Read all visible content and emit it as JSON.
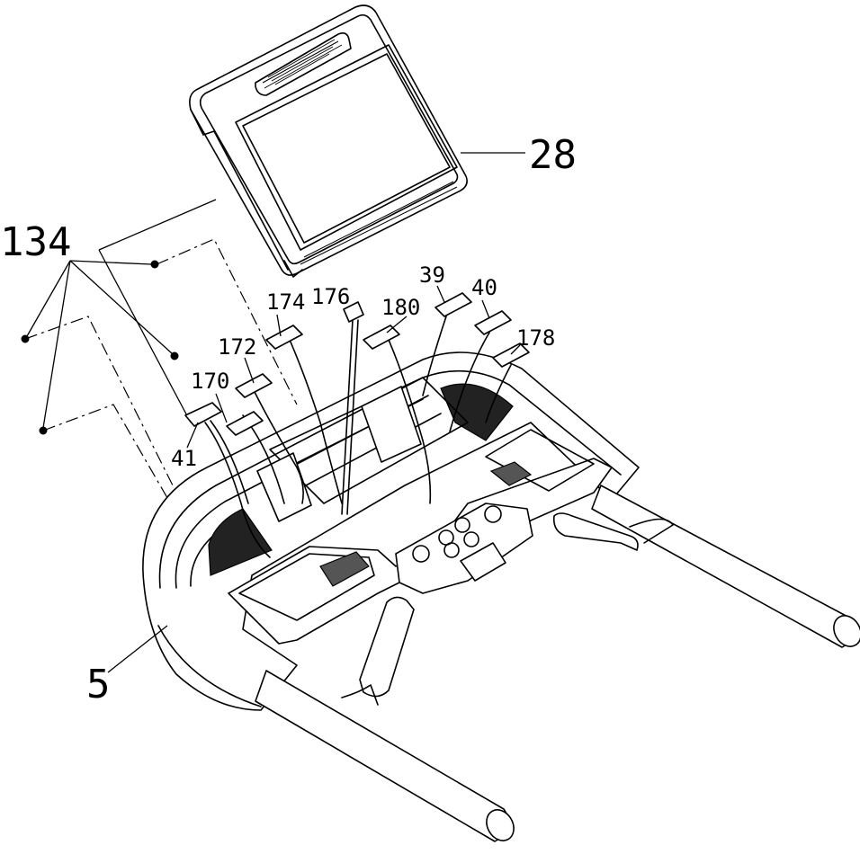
{
  "labels": {
    "display": "28",
    "screws": "134",
    "console_frame": "5",
    "connector_41": "41",
    "connector_170": "170",
    "connector_172": "172",
    "connector_174": "174",
    "connector_176": "176",
    "connector_180": "180",
    "connector_39": "39",
    "connector_40": "40",
    "connector_178": "178"
  }
}
